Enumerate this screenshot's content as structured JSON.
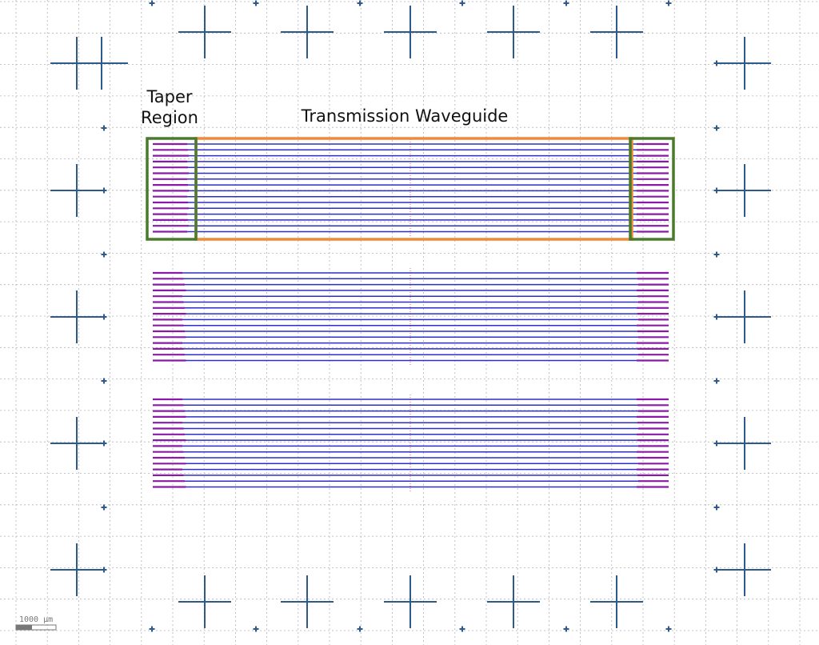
{
  "labels": {
    "taper_region_line1": "Taper",
    "taper_region_line2": "Region",
    "transmission_waveguide": "Transmission Waveguide"
  },
  "scale_bar": {
    "text": "1000 µm"
  },
  "colors": {
    "grid": "#b3b3b3",
    "alignment_mark": "#2d5a8c",
    "waveguide": "#2e2ecc",
    "taper": "#8a1aa6",
    "taper_highlight": "#4a7a2c",
    "waveguide_highlight": "#ee8a3a",
    "centerline": "#e06666"
  },
  "structure": {
    "waveguide_groups": 3,
    "waveguides_per_group": 16
  }
}
